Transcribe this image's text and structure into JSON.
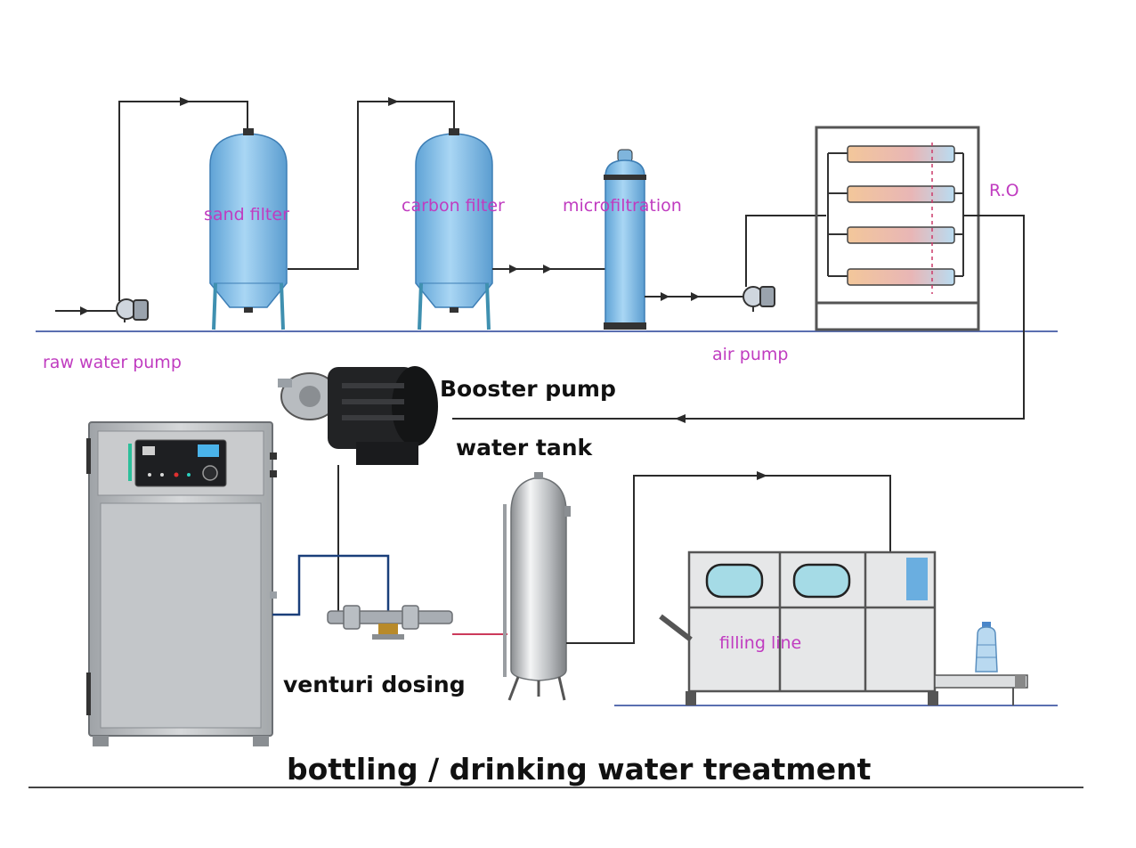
{
  "title": "bottling / drinking water treatment",
  "labels": {
    "raw_water_pump": "raw water pump",
    "sand_filter": "sand filter",
    "carbon_filter": "carbon filter",
    "microfiltration": "microfiltration",
    "ro": "R.O",
    "air_pump": "air pump",
    "booster_pump": "Booster pump",
    "water_tank": "water tank",
    "venturi_dosing": "venturi dosing",
    "filling_line": "filling line"
  },
  "colors": {
    "vessel_blue": "#8cc4ea",
    "pipe": "#2b2b2b",
    "floor_line": "#5a6fb0",
    "label_pink": "#c03cc0",
    "steel": "#c8cacc"
  }
}
